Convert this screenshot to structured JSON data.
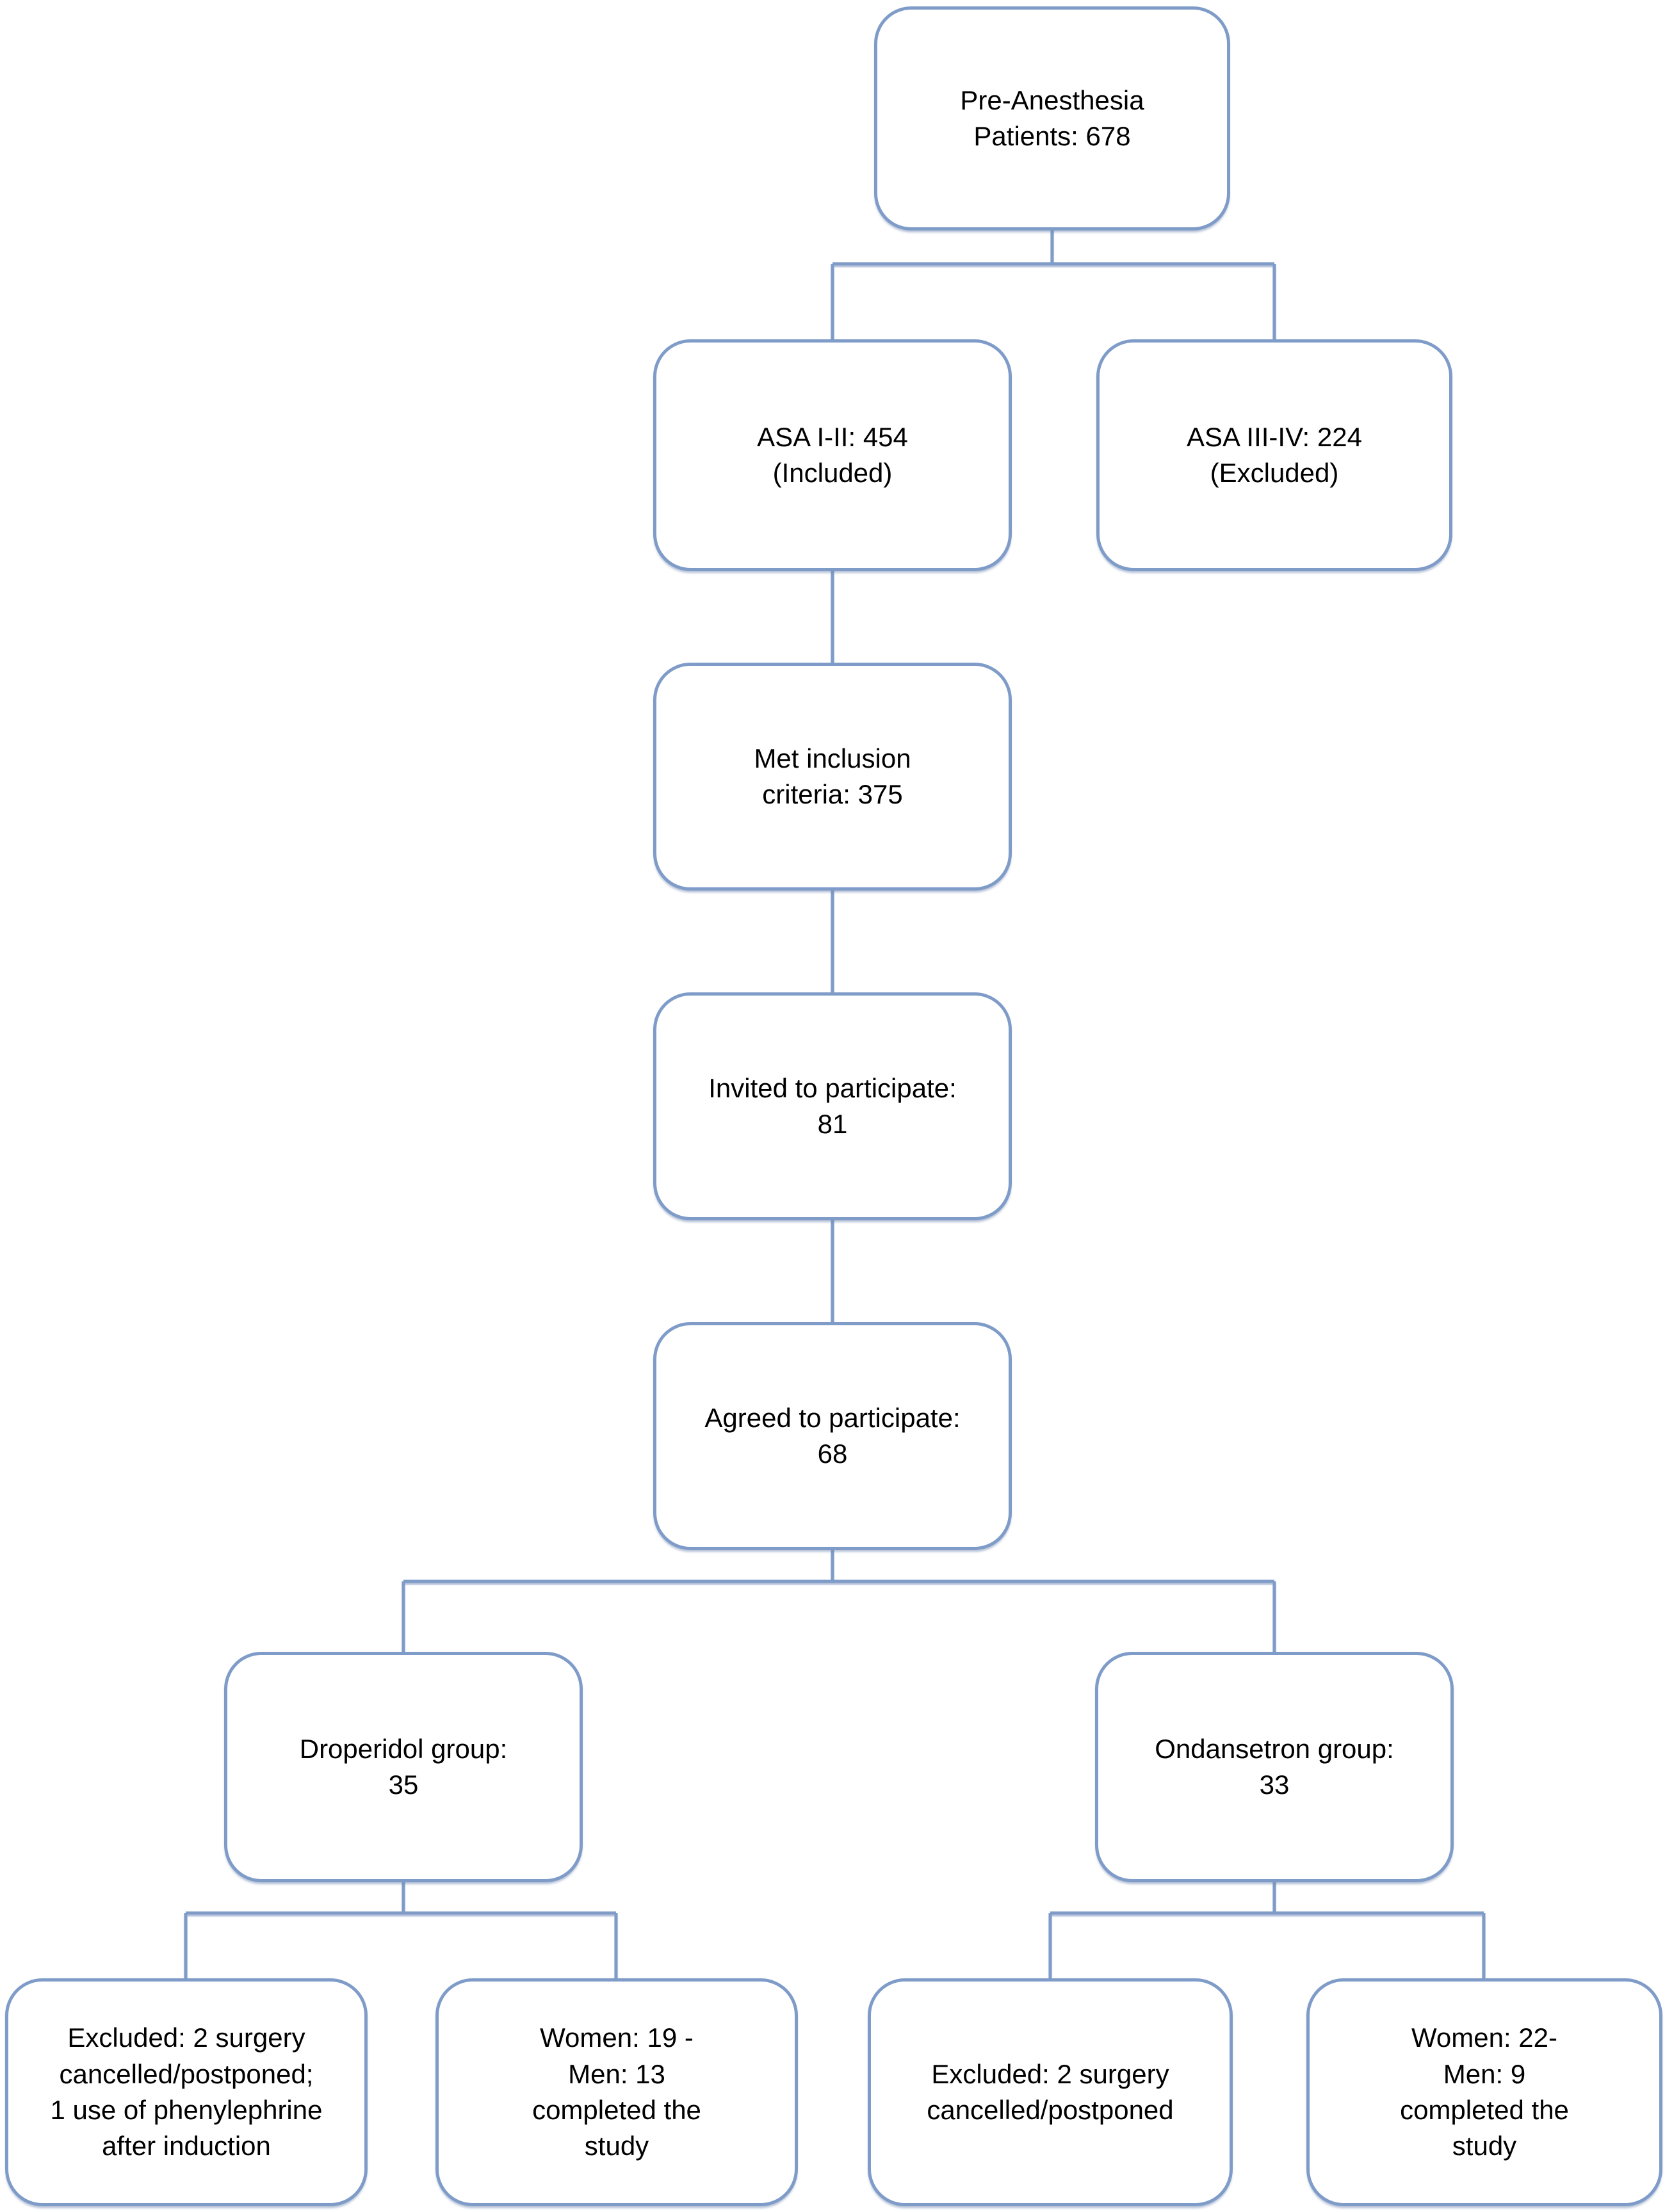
{
  "diagram": {
    "type": "flowchart",
    "background_color": "#ffffff",
    "line_color": "#7f9cc9",
    "text_color": "#000000",
    "nodes": {
      "pre_anesthesia": {
        "label": "Pre-Anesthesia\nPatients: 678",
        "count": 678
      },
      "asa_included": {
        "label": "ASA I-II: 454\n(Included)",
        "count": 454
      },
      "asa_excluded": {
        "label": "ASA III-IV: 224\n(Excluded)",
        "count": 224
      },
      "met_criteria": {
        "label": "Met inclusion\ncriteria: 375",
        "count": 375
      },
      "invited": {
        "label": "Invited to participate:\n81",
        "count": 81
      },
      "agreed": {
        "label": "Agreed to participate:\n68",
        "count": 68
      },
      "droperidol": {
        "label": "Droperidol group:\n35",
        "count": 35
      },
      "ondansetron": {
        "label": "Ondansetron group:\n33",
        "count": 33
      },
      "droperidol_excluded": {
        "label": "Excluded: 2 surgery\ncancelled/postponed;\n1 use of phenylephrine\nafter induction"
      },
      "droperidol_completed": {
        "label": "Women: 19 -\nMen: 13\ncompleted the\nstudy",
        "women": 19,
        "men": 13
      },
      "ondansetron_excluded": {
        "label": "Excluded: 2 surgery\ncancelled/postponed"
      },
      "ondansetron_completed": {
        "label": "Women: 22-\nMen: 9\ncompleted the\nstudy",
        "women": 22,
        "men": 9
      }
    },
    "edges": [
      {
        "from": "pre_anesthesia",
        "to": "asa_included"
      },
      {
        "from": "pre_anesthesia",
        "to": "asa_excluded"
      },
      {
        "from": "asa_included",
        "to": "met_criteria"
      },
      {
        "from": "met_criteria",
        "to": "invited"
      },
      {
        "from": "invited",
        "to": "agreed"
      },
      {
        "from": "agreed",
        "to": "droperidol"
      },
      {
        "from": "agreed",
        "to": "ondansetron"
      },
      {
        "from": "droperidol",
        "to": "droperidol_excluded"
      },
      {
        "from": "droperidol",
        "to": "droperidol_completed"
      },
      {
        "from": "ondansetron",
        "to": "ondansetron_excluded"
      },
      {
        "from": "ondansetron",
        "to": "ondansetron_completed"
      }
    ]
  }
}
